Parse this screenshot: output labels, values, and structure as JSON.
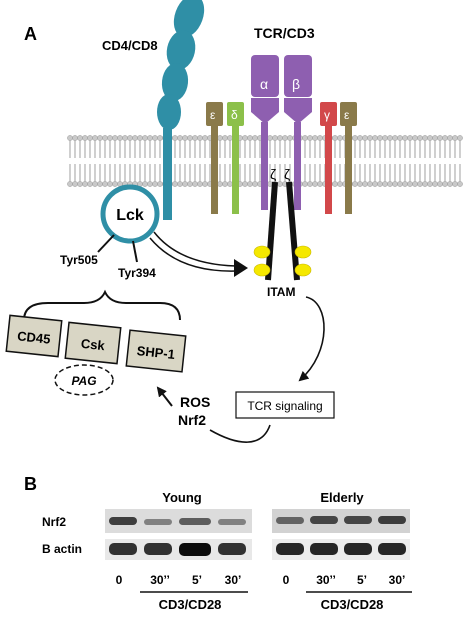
{
  "panel_a": {
    "label": "A",
    "cd4_label": "CD4/CD8",
    "tcr_label": "TCR/CD3",
    "alpha": "α",
    "beta": "β",
    "epsilon": "ε",
    "delta": "δ",
    "gamma": "γ",
    "zeta": "ζ",
    "lck": "Lck",
    "tyr505": "Tyr505",
    "tyr394": "Tyr394",
    "itam": "ITAM",
    "cd45": "CD45",
    "csk": "Csk",
    "shp1": "SHP-1",
    "pag": "PAG",
    "ros": "ROS",
    "nrf2": "Nrf2",
    "tcr_signaling": "TCR signaling"
  },
  "panel_b": {
    "label": "B",
    "young": "Young",
    "elderly": "Elderly",
    "row_nrf2": "Nrf2",
    "row_actin": "B actin",
    "timepoints": [
      "0",
      "30’’",
      "5’",
      "30’"
    ],
    "stimulus": "CD3/CD28"
  },
  "colors": {
    "cd4": "#2f8fa6",
    "tcr": "#8e5fb0",
    "epsilon": "#8a7a4a",
    "delta": "#8cc04a",
    "gamma": "#d2484a",
    "itam_spot": "#f5e800"
  }
}
